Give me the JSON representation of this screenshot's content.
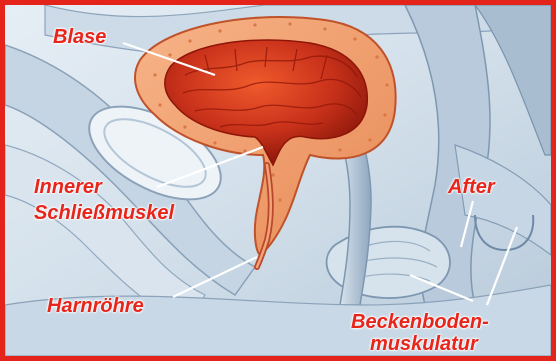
{
  "labels": {
    "blase": "Blase",
    "innerer_schliessmuskel_line1": "Innerer",
    "innerer_schliessmuskel_line2": "Schließmuskel",
    "harnroehre": "Harnröhre",
    "after": "After",
    "beckenbodenmuskulatur_line1": "Beckenboden-",
    "beckenbodenmuskulatur_line2": "muskulatur"
  },
  "colors": {
    "border": "#e4231b",
    "label_text": "#e8251a",
    "tissue_light": "#dbe6ef",
    "tissue_mid": "#b9ccdd",
    "tissue_dark": "#7e97b1",
    "bladder_wall": "#f2a070",
    "bladder_inner": "#d8381e",
    "bladder_deep": "#8e1508",
    "pointer_line": "#ffffff"
  },
  "icons": {
    "illustration": "anatomy-illustration"
  }
}
